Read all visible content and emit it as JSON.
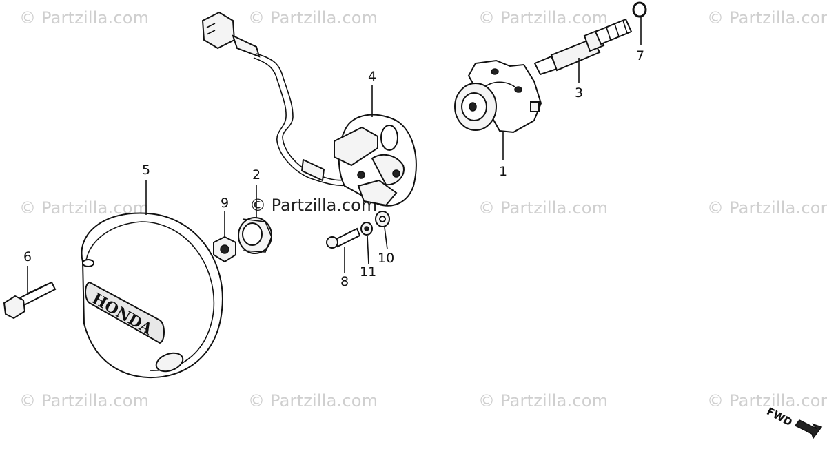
{
  "watermark": "© Partzilla.com",
  "center_watermark": "© Partzilla.com",
  "cover_logo_text": "HONDA",
  "fwd_label": "FWD",
  "callouts": [
    {
      "id": "c1",
      "text": "1"
    },
    {
      "id": "c2",
      "text": "2"
    },
    {
      "id": "c3",
      "text": "3"
    },
    {
      "id": "c4",
      "text": "4"
    },
    {
      "id": "c5",
      "text": "5"
    },
    {
      "id": "c6",
      "text": "6"
    },
    {
      "id": "c7",
      "text": "7"
    },
    {
      "id": "c8",
      "text": "8"
    },
    {
      "id": "c9",
      "text": "9"
    },
    {
      "id": "c10",
      "text": "10"
    },
    {
      "id": "c11",
      "text": "11"
    }
  ]
}
